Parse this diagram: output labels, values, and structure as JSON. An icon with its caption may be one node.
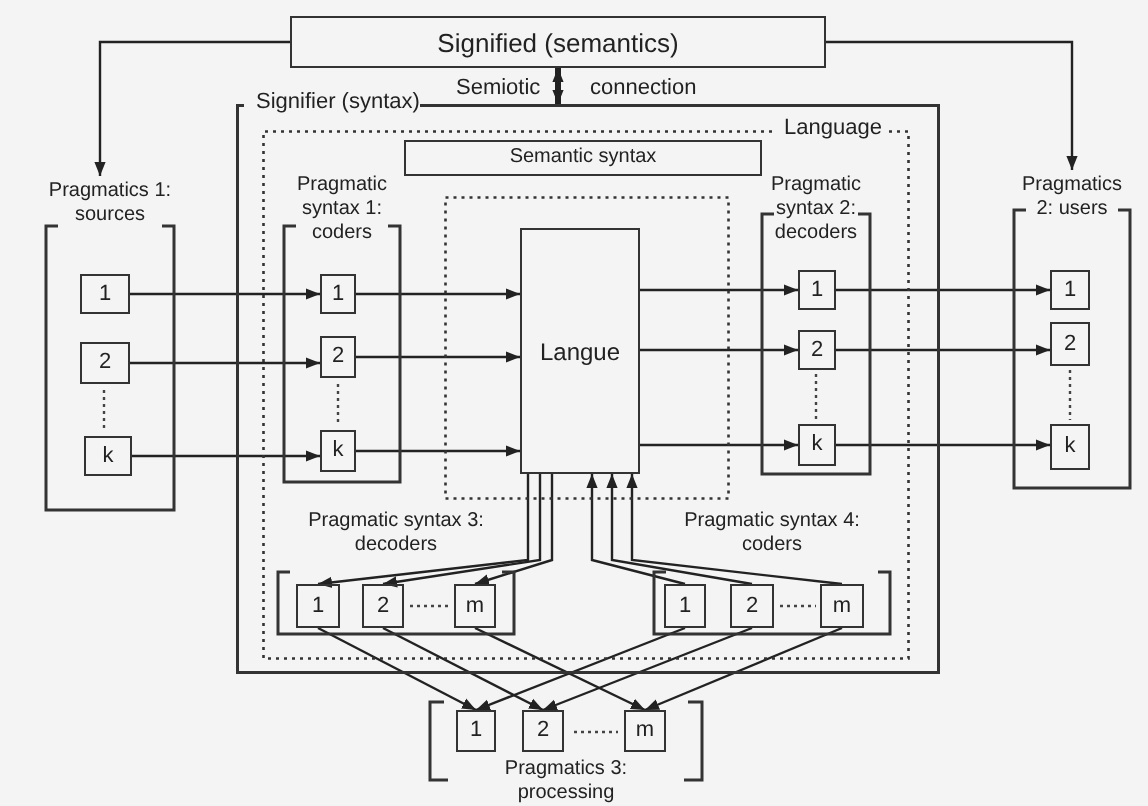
{
  "diagram": {
    "nodes": [
      {
        "text": [
          "Signified (semantics)"
        ]
      },
      {
        "text": [
          "Pragmatics 1: sources"
        ]
      },
      {
        "text": [
          "1"
        ],
        "in": 1
      },
      {
        "text": [
          "2"
        ],
        "in": 1
      },
      {
        "text": [
          "k"
        ],
        "in": 1
      },
      {
        "text": [
          "Signifier (syntax)"
        ]
      },
      {
        "text": [
          "Language"
        ],
        "in": 5
      },
      {
        "text": [
          "Semantic syntax"
        ],
        "in": 6
      },
      {
        "text": [
          "Pragmatic syntax 1: coders"
        ],
        "in": 6
      },
      {
        "text": [
          "1"
        ],
        "in": 8
      },
      {
        "text": [
          "2"
        ],
        "in": 8
      },
      {
        "text": [
          "k"
        ],
        "in": 8
      },
      {
        "text": [],
        "shape": "box",
        "in": 6
      },
      {
        "text": [
          "Langue"
        ],
        "in": 12
      },
      {
        "text": [
          "Pragmatic syntax 2: decoders"
        ],
        "in": 6
      },
      {
        "text": [
          "1"
        ],
        "in": 14
      },
      {
        "text": [
          "2"
        ],
        "in": 14
      },
      {
        "text": [
          "k"
        ],
        "in": 14
      },
      {
        "text": [
          "Pragmatic syntax 3: decoders"
        ],
        "in": 6
      },
      {
        "text": [
          "1"
        ],
        "in": 18
      },
      {
        "text": [
          "2"
        ],
        "in": 18
      },
      {
        "text": [
          "m"
        ],
        "in": 18
      },
      {
        "text": [
          "Pragmatic syntax 4: coders"
        ],
        "in": 6
      },
      {
        "text": [
          "1"
        ],
        "in": 22
      },
      {
        "text": [
          "2"
        ],
        "in": 22
      },
      {
        "text": [
          "m"
        ],
        "in": 22
      },
      {
        "text": [
          "Pragmatics 2: users"
        ]
      },
      {
        "text": [
          "1"
        ],
        "in": 26
      },
      {
        "text": [
          "2"
        ],
        "in": 26
      },
      {
        "text": [
          "k"
        ],
        "in": 26
      },
      {
        "text": [
          "Pragmatics 3: processing"
        ]
      },
      {
        "text": [
          "1"
        ],
        "in": 30
      },
      {
        "text": [
          "2"
        ],
        "in": 30
      },
      {
        "text": [
          "m"
        ],
        "in": 30
      }
    ],
    "edges": [
      {
        "from": 0,
        "to": 1,
        "arrow": "to"
      },
      {
        "from": 0,
        "to": 26,
        "arrow": "to"
      },
      {
        "from": 0,
        "to": 5,
        "arrow": "both",
        "style": "thick"
      },
      {
        "from": 2,
        "to": 9,
        "arrow": "to"
      },
      {
        "from": 3,
        "to": 10,
        "arrow": "to"
      },
      {
        "from": 4,
        "to": 11,
        "arrow": "to"
      },
      {
        "from": 9,
        "to": 13,
        "arrow": "to"
      },
      {
        "from": 10,
        "to": 13,
        "arrow": "to"
      },
      {
        "from": 11,
        "to": 13,
        "arrow": "to"
      },
      {
        "from": 13,
        "to": 15,
        "arrow": "to"
      },
      {
        "from": 13,
        "to": 16,
        "arrow": "to"
      },
      {
        "from": 13,
        "to": 17,
        "arrow": "to"
      },
      {
        "from": 15,
        "to": 27,
        "arrow": "to"
      },
      {
        "from": 16,
        "to": 28,
        "arrow": "to"
      },
      {
        "from": 17,
        "to": 29,
        "arrow": "to"
      },
      {
        "from": 13,
        "to": 19,
        "arrow": "to"
      },
      {
        "from": 13,
        "to": 20,
        "arrow": "to"
      },
      {
        "from": 13,
        "to": 21,
        "arrow": "to"
      },
      {
        "from": 23,
        "to": 13,
        "arrow": "to"
      },
      {
        "from": 24,
        "to": 13,
        "arrow": "to"
      },
      {
        "from": 25,
        "to": 13,
        "arrow": "to"
      },
      {
        "from": 19,
        "to": 31,
        "arrow": "to"
      },
      {
        "from": 23,
        "to": 31,
        "arrow": "to"
      },
      {
        "from": 20,
        "to": 32,
        "arrow": "to"
      },
      {
        "from": 24,
        "to": 32,
        "arrow": "to"
      },
      {
        "from": 21,
        "to": 33,
        "arrow": "to"
      },
      {
        "from": 25,
        "to": 33,
        "arrow": "to"
      }
    ],
    "labels": [
      "Semiotic",
      "connection"
    ]
  }
}
